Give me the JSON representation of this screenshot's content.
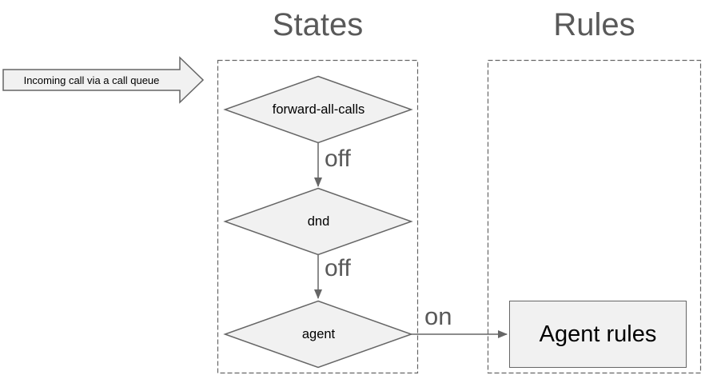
{
  "diagram": {
    "colors": {
      "background": "#ffffff",
      "shape_fill": "#f1f1f1",
      "shape_stroke": "#666666",
      "line": "#666666",
      "muted_text": "#595959",
      "text": "#000000"
    },
    "columns": [
      {
        "id": "states",
        "title": "States"
      },
      {
        "id": "rules",
        "title": "Rules"
      }
    ],
    "entry": {
      "label": "Incoming call via a call queue"
    },
    "states": [
      {
        "label": "forward-all-calls"
      },
      {
        "label": "dnd"
      },
      {
        "label": "agent"
      }
    ],
    "edges": [
      {
        "from": "forward-all-calls",
        "to": "dnd",
        "label": "off"
      },
      {
        "from": "dnd",
        "to": "agent",
        "label": "off"
      },
      {
        "from": "agent",
        "to": "Agent rules",
        "label": "on"
      }
    ],
    "rules": [
      {
        "label": "Agent rules"
      }
    ]
  }
}
